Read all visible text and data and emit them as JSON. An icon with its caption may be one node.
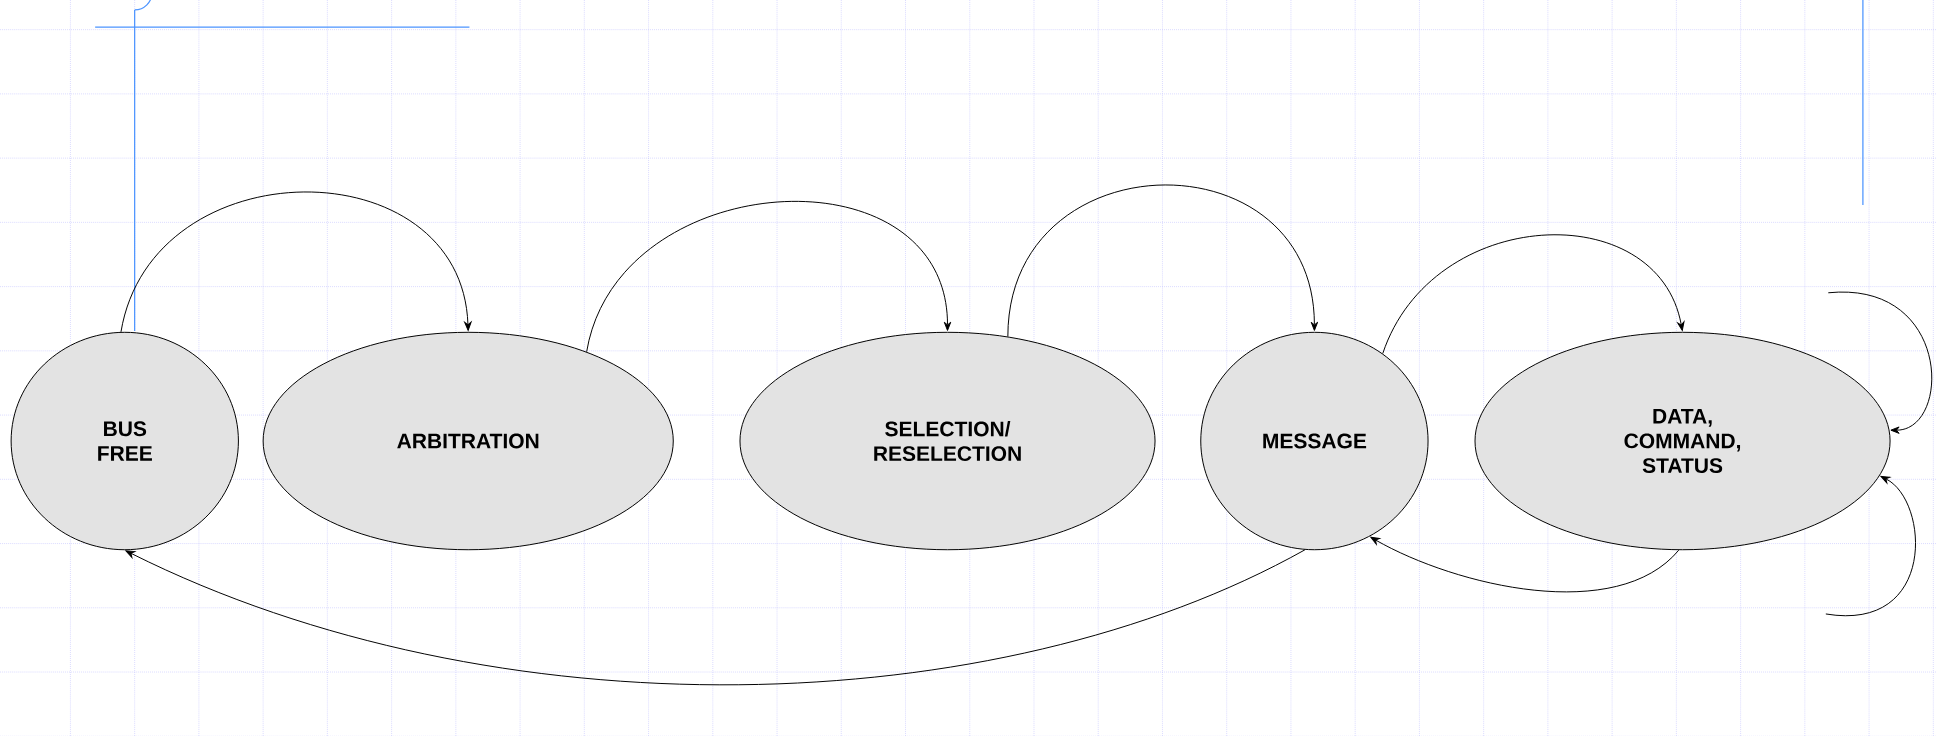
{
  "diagram": {
    "nodes": [
      {
        "text": [
          "BUS FREE"
        ]
      },
      {
        "text": [
          "ARBITRATION"
        ]
      },
      {
        "text": [
          "SELECTION/ RESELECTION"
        ]
      },
      {
        "text": [
          "MESSAGE"
        ]
      },
      {
        "text": [
          "DATA, COMMAND, STATUS"
        ]
      }
    ],
    "edges": [
      {
        "from": 0,
        "to": 1,
        "arrow": "to"
      },
      {
        "from": 1,
        "to": 2,
        "arrow": "to"
      },
      {
        "from": 2,
        "to": 3,
        "arrow": "to"
      },
      {
        "from": 3,
        "to": 4,
        "arrow": "to"
      },
      {
        "from": 3,
        "to": 0,
        "arrow": "to"
      },
      {
        "from": 4,
        "to": 3,
        "arrow": "to"
      },
      {
        "from": null,
        "to": 4,
        "arrow": "to"
      },
      {
        "from": null,
        "to": 4,
        "arrow": "to"
      }
    ]
  }
}
